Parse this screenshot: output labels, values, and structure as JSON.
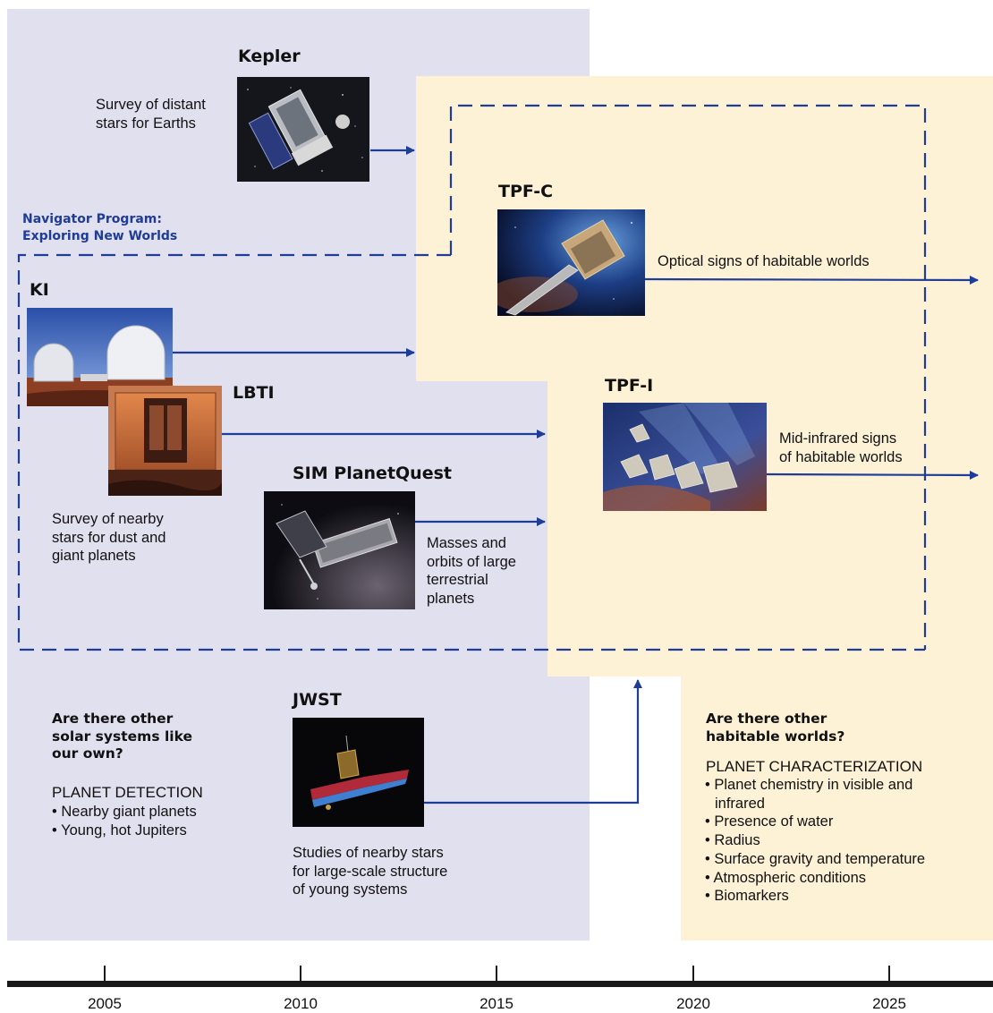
{
  "colors": {
    "lavender": "#e1e0ef",
    "cream": "#fdf2d6",
    "arrow_blue": "#1f3c96",
    "timeline": "#1a1a1a"
  },
  "missions": {
    "kepler": {
      "title": "Kepler",
      "description": "Survey of distant\nstars for Earths"
    },
    "tpfc": {
      "title": "TPF-C",
      "description": "Optical signs of habitable worlds"
    },
    "ki": {
      "title": "KI"
    },
    "lbti": {
      "title": "LBTI",
      "description": "Survey of nearby\nstars for dust and\ngiant planets"
    },
    "sim": {
      "title": "SIM PlanetQuest",
      "description": "Masses and\norbits of large\nterrestrial\nplanets"
    },
    "tpfi": {
      "title": "TPF-I",
      "description": "Mid-infrared signs\nof habitable worlds"
    },
    "jwst": {
      "title": "JWST",
      "description": "Studies of nearby stars\nfor large-scale structure\nof young systems"
    }
  },
  "navigator": {
    "label": "Navigator Program:\nExploring New Worlds"
  },
  "detection": {
    "question": "Are there other\nsolar systems like\nour own?",
    "heading": "PLANET DETECTION",
    "items": [
      "Nearby giant planets",
      "Young, hot Jupiters"
    ]
  },
  "characterization": {
    "question": "Are there other\nhabitable worlds?",
    "heading": "PLANET CHARACTERIZATION",
    "items": [
      "Planet chemistry in visible and infrared",
      "Presence of water",
      "Radius",
      "Surface gravity and temperature",
      "Atmospheric conditions",
      "Biomarkers"
    ]
  },
  "timeline": {
    "ticks": [
      "2005",
      "2010",
      "2015",
      "2020",
      "2025"
    ]
  },
  "images": {
    "kepler": "kepler-spacecraft-image",
    "tpfc": "tpf-c-spacecraft-image",
    "ki": "keck-observatory-domes-image",
    "lbti": "large-binocular-telescope-image",
    "sim": "sim-planetquest-spacecraft-image",
    "tpfi": "tpf-i-formation-flyer-image",
    "jwst": "jwst-spacecraft-image"
  }
}
